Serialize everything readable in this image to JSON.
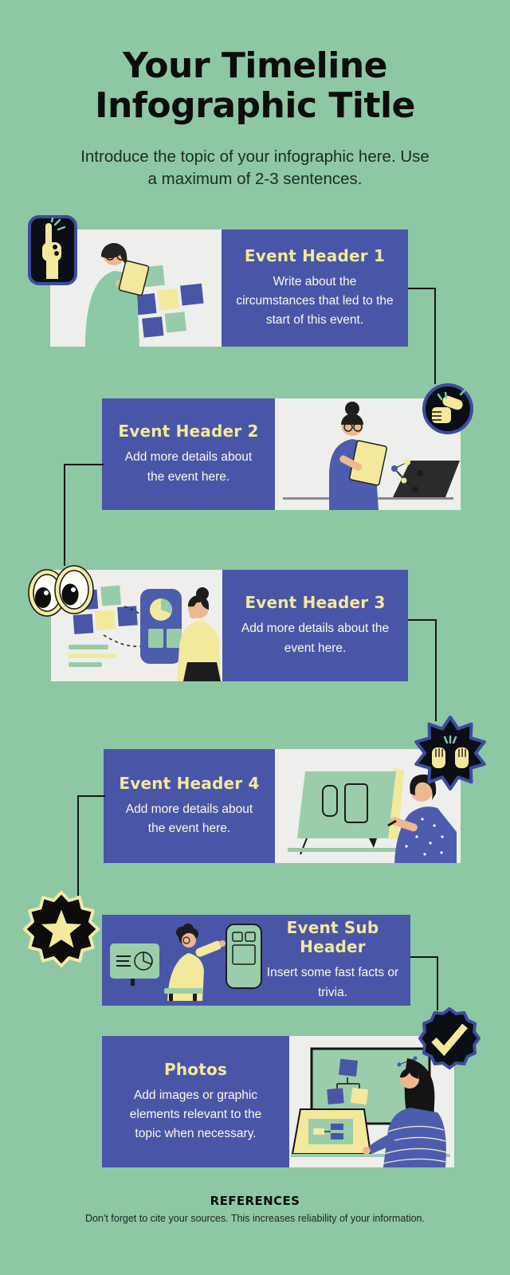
{
  "colors": {
    "background": "#8ec7a4",
    "event_box_blue": "#4956a7",
    "panel_offwhite": "#eeeeec",
    "accent_yellow": "#f3e99c",
    "body_text_cream": "#fcf8e8",
    "outline_black": "#141414",
    "badge_border_blue": "#3c4c9e"
  },
  "header": {
    "title_line1": "Your Timeline",
    "title_line2": "Infographic Title",
    "intro": "Introduce the topic of your infographic here. Use a maximum of 2-3 sentences."
  },
  "events": [
    {
      "header": "Event Header 1",
      "body": "Write about the circumstances that led to the start of this event.",
      "badge_icon": "fingers-crossed-hand-icon",
      "illustration": "woman-with-tablet-and-sticky-notes"
    },
    {
      "header": "Event Header 2",
      "body": "Add more details about the event here.",
      "badge_icon": "thumbs-up-icon",
      "illustration": "woman-with-clipboard-and-laptop"
    },
    {
      "header": "Event Header 3",
      "body": "Add more details about the event here.",
      "badge_icon": "cartoon-eyes-icon",
      "illustration": "woman-thinking-with-notes-and-phone-chart"
    },
    {
      "header": "Event Header 4",
      "body": "Add more details about the event here.",
      "badge_icon": "praising-hands-star-icon",
      "illustration": "woman-drawing-at-drafting-board"
    },
    {
      "header": "Event Sub Header",
      "body": "Insert some fast facts or trivia.",
      "badge_icon": "star-seal-icon",
      "illustration": "person-presenting-phone-wireframe"
    },
    {
      "header": "Photos",
      "body": "Add images or graphic elements relevant to the topic when necessary.",
      "badge_icon": "checkmark-seal-icon",
      "illustration": "woman-at-laptop-with-flowchart-board"
    }
  ],
  "footer": {
    "heading": "REFERENCES",
    "body": "Don't forget to cite your sources. This increases reliability of your information."
  }
}
